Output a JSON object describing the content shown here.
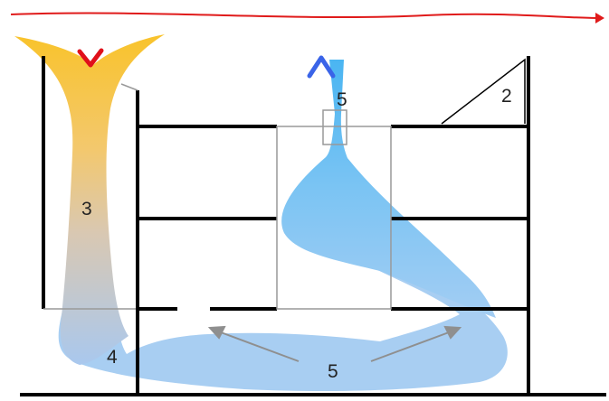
{
  "labels": {
    "stack_number": "3",
    "roof_number": "2",
    "ground_number": "4",
    "inlet_number": "5",
    "top_number": "5"
  },
  "colors": {
    "wind_arrow": "#e01b1b",
    "exhaust_top": "#f9c32b",
    "exhaust_bottom": "#a9c8ee",
    "supply": "#6cc0f2",
    "supply_light": "#a8cef2",
    "walls": "#000000",
    "gray": "#999999",
    "arrow_red": "#e0101a",
    "arrow_blue": "#3a64e8"
  },
  "icons": {
    "wind": "arrow-right-icon",
    "exhaust_out": "chevron-down-icon",
    "supply_in": "chevron-up-icon"
  }
}
